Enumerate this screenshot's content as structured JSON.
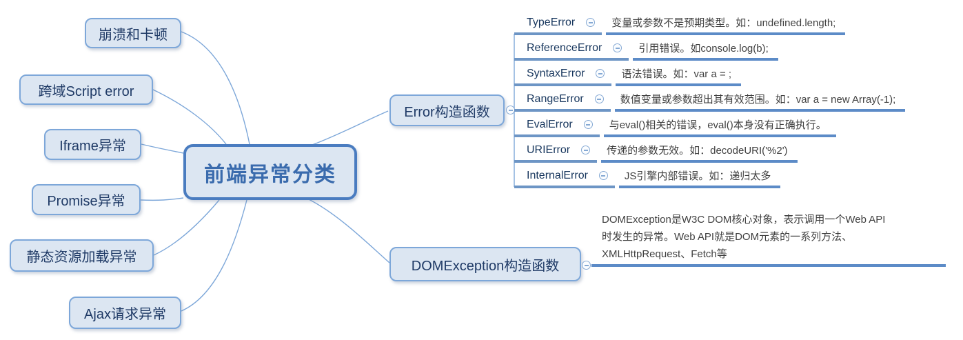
{
  "root": {
    "label": "前端异常分类"
  },
  "left_topics": [
    {
      "label": "崩溃和卡顿"
    },
    {
      "label": "跨域Script error"
    },
    {
      "label": "Iframe异常"
    },
    {
      "label": "Promise异常"
    },
    {
      "label": "静态资源加载异常"
    },
    {
      "label": "Ajax请求异常"
    }
  ],
  "error_branch": {
    "label": "Error构造函数",
    "children": [
      {
        "label": "TypeError",
        "note": "变量或参数不是预期类型。如：undefined.length;"
      },
      {
        "label": "ReferenceError",
        "note": "引用错误。如console.log(b);"
      },
      {
        "label": "SyntaxError",
        "note": "语法错误。如：var a = ;"
      },
      {
        "label": "RangeError",
        "note": "数值变量或参数超出其有效范围。如：var a = new Array(-1);"
      },
      {
        "label": "EvalError",
        "note": "与eval()相关的错误，eval()本身没有正确执行。"
      },
      {
        "label": "URIError",
        "note": "传递的参数无效。如：decodeURI('%2')"
      },
      {
        "label": "InternalError",
        "note": "JS引擎内部错误。如：递归太多"
      }
    ]
  },
  "dom_branch": {
    "label": "DOMException构造函数",
    "note": "DOMException是W3C DOM核心对象，表示调用一个Web API\n时发生的异常。Web API就是DOM元素的一系列方法、\nXMLHttpRequest、Fetch等"
  },
  "icons": {
    "collapse": "minus-circle-icon"
  },
  "colors": {
    "node-fill": "#dce6f2",
    "node-border": "#7da7d9",
    "central-border": "#4a7cc0",
    "central-text": "#3a6bad",
    "node-text": "#1f3a66",
    "line-label": "#6d95c5",
    "line-note": "#5c8bc7",
    "connector": "#7da7d9",
    "note-text": "#3f3f3f",
    "label-text": "#17365d"
  }
}
